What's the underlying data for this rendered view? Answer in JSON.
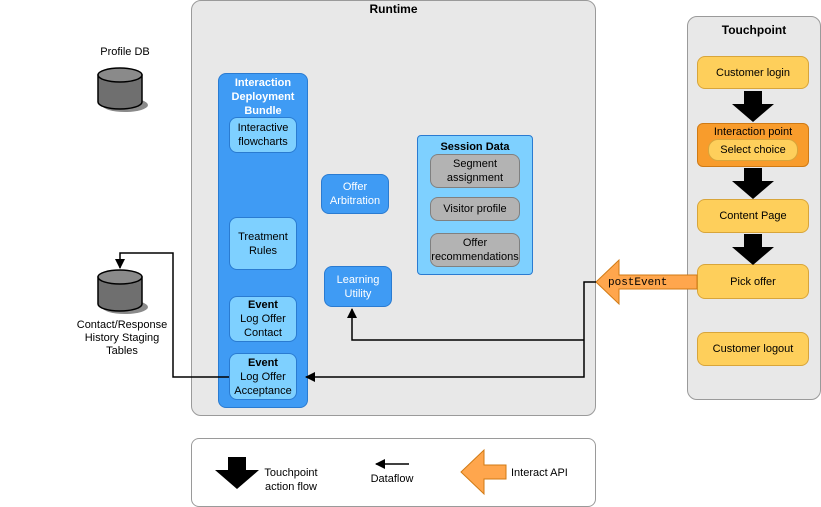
{
  "runtime": {
    "title": "Runtime",
    "bundle": {
      "title": [
        "Interaction",
        "Deployment",
        "Bundle"
      ],
      "interactive_flowcharts": [
        "Interactive",
        "flowcharts"
      ],
      "treatment_rules": [
        "Treatment",
        "Rules"
      ],
      "event_contact": {
        "head": "Event",
        "lines": [
          "Log Offer",
          "Contact"
        ]
      },
      "event_acceptance": {
        "head": "Event",
        "lines": [
          "Log Offer",
          "Acceptance"
        ]
      }
    },
    "offer_arbitration": [
      "Offer",
      "Arbitration"
    ],
    "learning_utility": [
      "Learning",
      "Utility"
    ],
    "session_data": {
      "title": "Session Data",
      "items": [
        [
          "Segment",
          "assignment"
        ],
        [
          "Visitor profile"
        ],
        [
          "Offer",
          "recommendations"
        ]
      ]
    }
  },
  "profile_db": {
    "label": "Profile DB"
  },
  "contact_db": {
    "label": [
      "Contact/Response",
      "History Staging",
      "Tables"
    ]
  },
  "touchpoint": {
    "title": "Touchpoint",
    "customer_login": "Customer login",
    "interaction_point": "Interaction point",
    "select_choice": "Select choice",
    "content_page": "Content Page",
    "pick_offer": "Pick offer",
    "customer_logout": "Customer logout"
  },
  "api_call": {
    "label": "postEvent"
  },
  "legend": {
    "touchpoint_flow": [
      "Touchpoint",
      "action flow"
    ],
    "dataflow": "Dataflow",
    "interact_api": "Interact API"
  },
  "colors": {
    "bundle": "#3f9bf4",
    "light_blue": "#7ed0ff",
    "touchpoint_box": "#fecf5b",
    "interaction_point": "#f89c2c",
    "api_arrow": "#ffa64d",
    "panel": "#e8e8e8"
  }
}
